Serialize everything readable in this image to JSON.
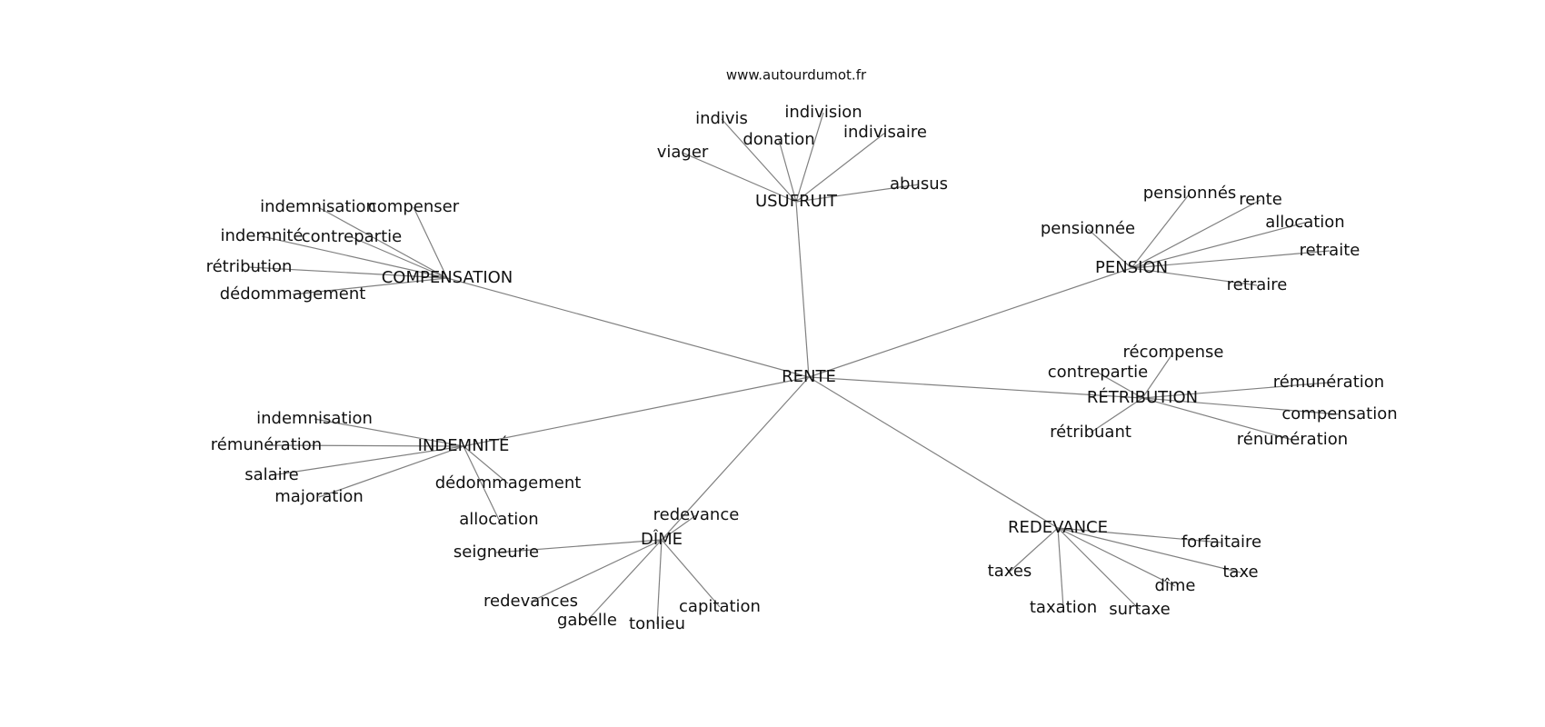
{
  "source": "www.autourdumot.fr",
  "root": "RENTE",
  "groups": [
    {
      "label": "USUFRUIT",
      "leaves": [
        "viager",
        "indivis",
        "donation",
        "indivision",
        "indivisaire",
        "abusus"
      ]
    },
    {
      "label": "PENSION",
      "leaves": [
        "pensionnée",
        "pensionnés",
        "rente",
        "allocation",
        "retraite",
        "retraire"
      ]
    },
    {
      "label": "RÉTRIBUTION",
      "leaves": [
        "récompense",
        "contrepartie",
        "rémunération",
        "compensation",
        "rénumération",
        "rétribuant"
      ]
    },
    {
      "label": "REDEVANCE",
      "leaves": [
        "forfaitaire",
        "taxe",
        "dîme",
        "surtaxe",
        "taxation",
        "taxes"
      ]
    },
    {
      "label": "DÎME",
      "leaves": [
        "redevance",
        "seigneurie",
        "redevances",
        "gabelle",
        "tonlieu",
        "capitation"
      ]
    },
    {
      "label": "INDEMNITÉ",
      "leaves": [
        "indemnisation",
        "rémunération",
        "salaire",
        "majoration",
        "dédommagement",
        "allocation"
      ]
    },
    {
      "label": "COMPENSATION",
      "leaves": [
        "indemnisation",
        "compenser",
        "indemnité",
        "contrepartie",
        "rétribution",
        "dédommagement"
      ]
    }
  ]
}
